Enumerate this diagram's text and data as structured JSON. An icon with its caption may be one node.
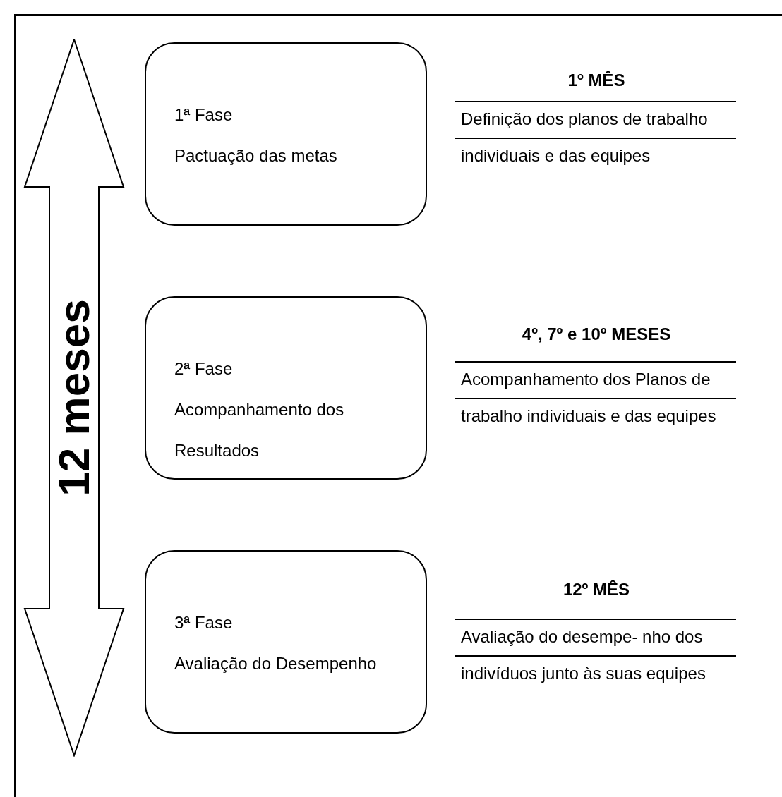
{
  "diagram": {
    "nodes": [
      {
        "text": [
          "12 meses"
        ]
      },
      {
        "text": [
          "1ª Fase",
          "Pactuação das metas"
        ],
        "beside": [
          "1º MÊS",
          "Definição dos planos de trabalho individuais e das equipes"
        ]
      },
      {
        "text": [
          "2ª Fase",
          "Acompanhamento dos Resultados"
        ],
        "beside": [
          "4º, 7º e 10º MESES",
          "Acompanhamento dos Planos de trabalho individuais e das equipes"
        ]
      },
      {
        "text": [
          "3ª Fase",
          "Avaliação do Desempenho"
        ],
        "beside": [
          "12º MÊS",
          "Avaliação do desempe- nho dos indivíduos junto às suas equipes"
        ]
      }
    ]
  }
}
